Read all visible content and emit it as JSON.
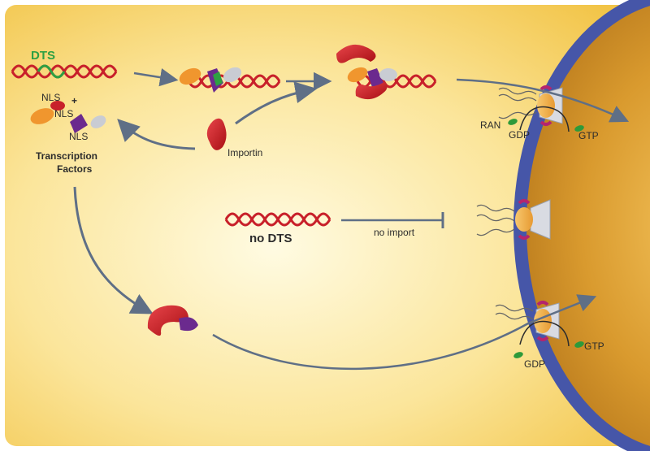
{
  "labels": {
    "dts": "DTS",
    "nls_1": "NLS",
    "nls_2": "NLS",
    "nls_3": "NLS",
    "plus": "+",
    "tf_line1": "Transcription",
    "tf_line2": "Factors",
    "importin": "Importin",
    "ran": "RAN",
    "gdp_top": "GDP",
    "gtp_top": "GTP",
    "no_dts": "no DTS",
    "no_import": "no import",
    "gdp_bottom": "GDP",
    "gtp_bottom": "GTP"
  },
  "colors": {
    "background_center": "#fffbe0",
    "background_edge": "#f3c84a",
    "dna_red": "#c8202a",
    "dts_green": "#2ea043",
    "importin_red": "#c4161c",
    "tf_orange": "#f0962e",
    "tf_purple": "#6b2a8e",
    "tf_gray": "#c9ccd3",
    "membrane_blue": "#4656a8",
    "nucleus_gold": "#d2952a",
    "pore_orange": "#f4b04a",
    "pore_magenta": "#b4256e",
    "arrow_gray": "#5f6f86",
    "ran_green": "#2e9a3a"
  }
}
